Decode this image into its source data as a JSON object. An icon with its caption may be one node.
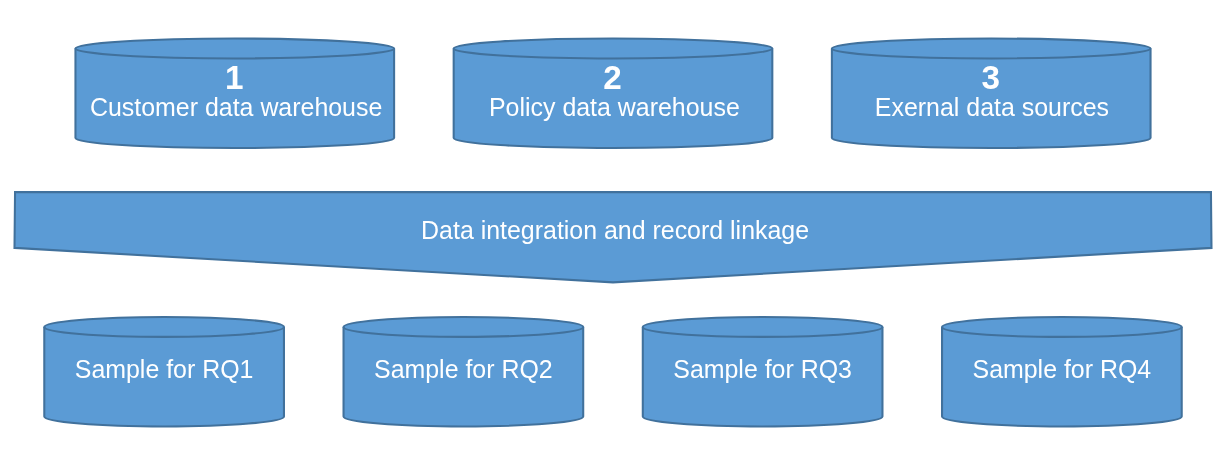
{
  "diagram": {
    "nodes": [
      {
        "text": [
          "1",
          "Customer data warehouse"
        ]
      },
      {
        "text": [
          "2",
          "Policy data warehouse"
        ]
      },
      {
        "text": [
          "3",
          "Exernal data sources"
        ]
      },
      {
        "text": [
          "Data integration and record linkage"
        ]
      },
      {
        "text": [
          "Sample for RQ1"
        ]
      },
      {
        "text": [
          "Sample for RQ2"
        ]
      },
      {
        "text": [
          "Sample for RQ3"
        ]
      },
      {
        "text": [
          "Sample for RQ4"
        ]
      }
    ]
  }
}
